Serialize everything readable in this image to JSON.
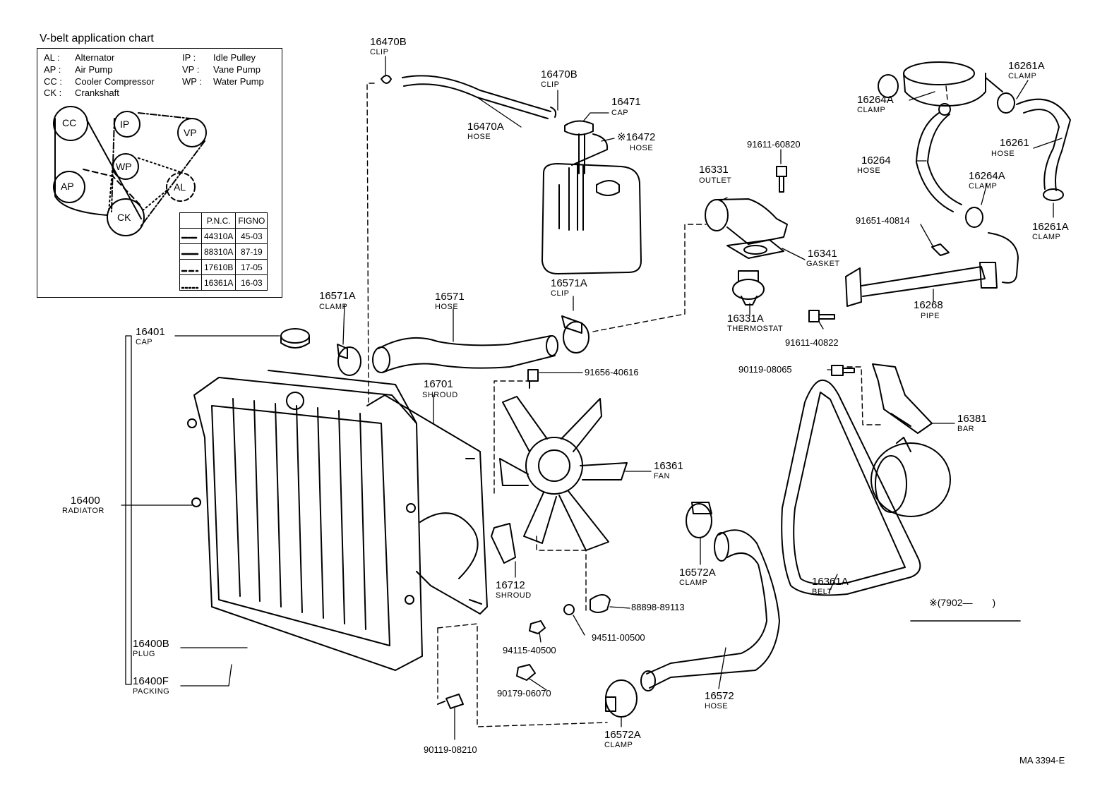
{
  "legend": {
    "title": "V-belt application chart",
    "abbreviations_left": [
      {
        "code": "AL :",
        "name": "Alternator"
      },
      {
        "code": "AP :",
        "name": "Air Pump"
      },
      {
        "code": "CC :",
        "name": "Cooler Compressor"
      },
      {
        "code": "CK :",
        "name": "Crankshaft"
      }
    ],
    "abbreviations_right": [
      {
        "code": "IP :",
        "name": "Idle Pulley"
      },
      {
        "code": "VP :",
        "name": "Vane Pump"
      },
      {
        "code": "WP :",
        "name": "Water Pump"
      }
    ],
    "pulleys": [
      "CC",
      "IP",
      "VP",
      "WP",
      "AP",
      "AL",
      "CK"
    ],
    "table_headers": [
      "P.N.C.",
      "FIGNO"
    ],
    "table_rows": [
      {
        "pnc": "44310A",
        "fig": "45-03"
      },
      {
        "pnc": "88310A",
        "fig": "87-19"
      },
      {
        "pnc": "17610B",
        "fig": "17-05"
      },
      {
        "pnc": "16361A",
        "fig": "16-03"
      }
    ]
  },
  "parts": [
    {
      "id": "p1",
      "number": "16470B",
      "name": "CLIP"
    },
    {
      "id": "p2",
      "number": "16470B",
      "name": "CLIP"
    },
    {
      "id": "p3",
      "number": "16471",
      "name": "CAP"
    },
    {
      "id": "p4",
      "number": "16470A",
      "name": "HOSE"
    },
    {
      "id": "p5",
      "number": "※16472",
      "name": "HOSE"
    },
    {
      "id": "p6",
      "number": "91611-60820",
      "name": ""
    },
    {
      "id": "p7",
      "number": "16331",
      "name": "OUTLET"
    },
    {
      "id": "p8",
      "number": "16341",
      "name": "GASKET"
    },
    {
      "id": "p9",
      "number": "16331A",
      "name": "THERMOSTAT"
    },
    {
      "id": "p10",
      "number": "91611-40822",
      "name": ""
    },
    {
      "id": "p11",
      "number": "16261A",
      "name": "CLAMP"
    },
    {
      "id": "p12",
      "number": "16264A",
      "name": "CLAMP"
    },
    {
      "id": "p13",
      "number": "16261",
      "name": "HOSE"
    },
    {
      "id": "p14",
      "number": "16264",
      "name": "HOSE"
    },
    {
      "id": "p15",
      "number": "16264A",
      "name": "CLAMP"
    },
    {
      "id": "p16",
      "number": "16261A",
      "name": "CLAMP"
    },
    {
      "id": "p17",
      "number": "91651-40814",
      "name": ""
    },
    {
      "id": "p18",
      "number": "16268",
      "name": "PIPE"
    },
    {
      "id": "p19",
      "number": "16571A",
      "name": "CLAMP"
    },
    {
      "id": "p20",
      "number": "16571",
      "name": "HOSE"
    },
    {
      "id": "p21",
      "number": "16571A",
      "name": "CLIP"
    },
    {
      "id": "p22",
      "number": "16401",
      "name": "CAP"
    },
    {
      "id": "p23",
      "number": "16701",
      "name": "SHROUD"
    },
    {
      "id": "p24",
      "number": "91656-40616",
      "name": ""
    },
    {
      "id": "p25",
      "number": "90119-08065",
      "name": ""
    },
    {
      "id": "p26",
      "number": "16381",
      "name": "BAR"
    },
    {
      "id": "p27",
      "number": "16361",
      "name": "FAN"
    },
    {
      "id": "p28",
      "number": "16400",
      "name": "RADIATOR"
    },
    {
      "id": "p29",
      "number": "16572A",
      "name": "CLAMP"
    },
    {
      "id": "p30",
      "number": "16712",
      "name": "SHROUD"
    },
    {
      "id": "p31",
      "number": "16361A",
      "name": "BELT"
    },
    {
      "id": "p32",
      "number": "88898-89113",
      "name": ""
    },
    {
      "id": "p33",
      "number": "94511-00500",
      "name": ""
    },
    {
      "id": "p34",
      "number": "94115-40500",
      "name": ""
    },
    {
      "id": "p35",
      "number": "16400B",
      "name": "PLUG"
    },
    {
      "id": "p36",
      "number": "16400F",
      "name": "PACKING"
    },
    {
      "id": "p37",
      "number": "90179-06070",
      "name": ""
    },
    {
      "id": "p38",
      "number": "16572",
      "name": "HOSE"
    },
    {
      "id": "p39",
      "number": "16572A",
      "name": "CLAMP"
    },
    {
      "id": "p40",
      "number": "90119-08210",
      "name": ""
    }
  ],
  "note": "※(7902—  )",
  "drawing_code": "MA 3394-E"
}
